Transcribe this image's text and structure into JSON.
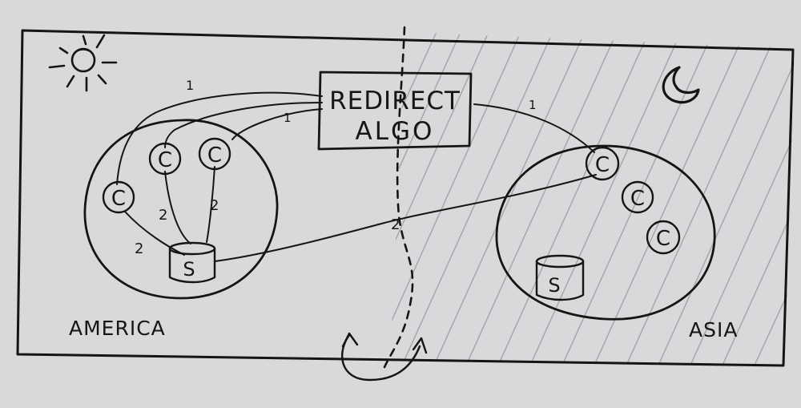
{
  "redirect_box": {
    "line1": "REDIRECT",
    "line2": "ALGO"
  },
  "regions": {
    "america": {
      "label": "AMERICA",
      "clients": [
        "C",
        "C",
        "C"
      ],
      "server": "S"
    },
    "asia": {
      "label": "ASIA",
      "clients": [
        "C",
        "C",
        "C"
      ],
      "server": "S"
    }
  },
  "edge_labels": {
    "step1": "1",
    "step2": "2"
  },
  "icons": {
    "day": "sun-icon",
    "night": "moon-icon",
    "rotation": "rotation-arrows-icon"
  }
}
